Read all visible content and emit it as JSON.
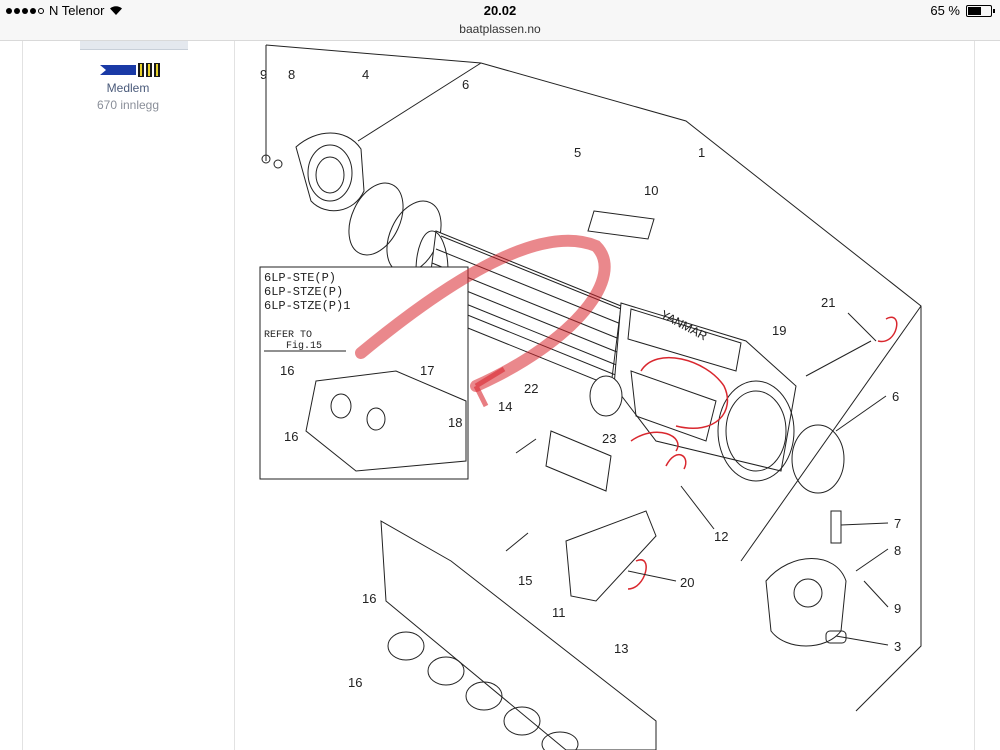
{
  "status": {
    "carrier": "N Telenor",
    "time": "20.02",
    "battery": "65 %",
    "battery_level": 0.65
  },
  "browser": {
    "url": "baatplassen.no"
  },
  "profile": {
    "role": "Medlem",
    "post_count": "670 innlegg"
  },
  "diagram": {
    "inset_lines": [
      "6LP-STE(P)",
      "6LP-STZE(P)",
      "6LP-STZE(P)1"
    ],
    "refer_to": "REFER TO",
    "fig": "Fig.15",
    "brand": "YANMAR",
    "callouts": {
      "c1": "1",
      "c3": "3",
      "c4": "4",
      "c5": "5",
      "c6a": "6",
      "c6b": "6",
      "c7": "7",
      "c8a": "8",
      "c8b": "8",
      "c9a": "9",
      "c9b": "9",
      "c10": "10",
      "c11": "11",
      "c12": "12",
      "c13": "13",
      "c14": "14",
      "c15": "15",
      "c16a": "16",
      "c16b": "16",
      "c16c": "16",
      "c16d": "16",
      "c17": "17",
      "c18": "18",
      "c19": "19",
      "c20": "20",
      "c21": "21",
      "c22": "22",
      "c23": "23"
    }
  }
}
